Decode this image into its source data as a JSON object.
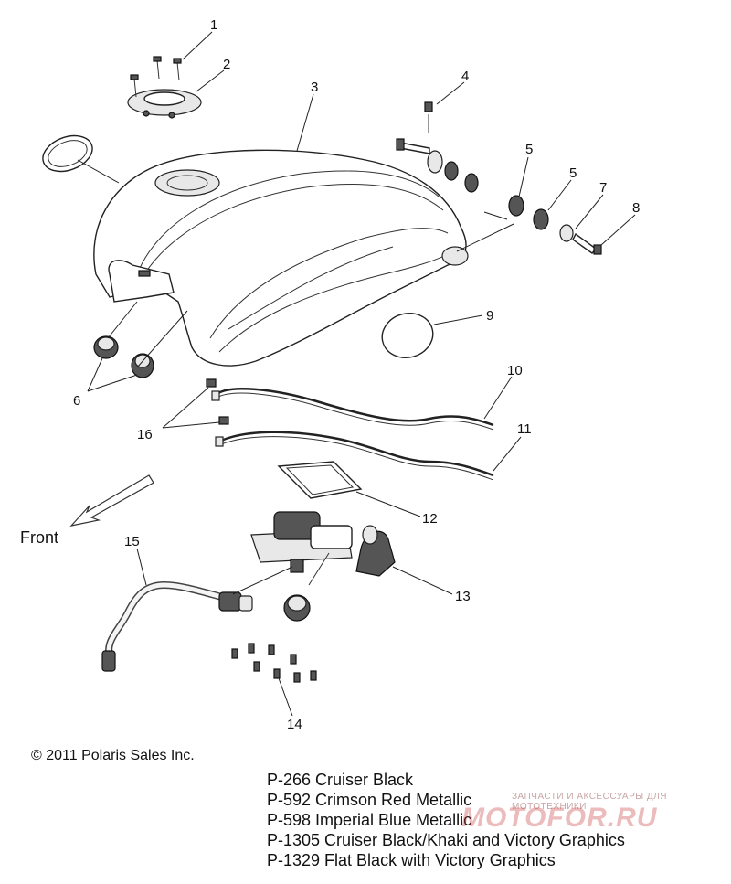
{
  "callouts": [
    {
      "id": "1",
      "text": "1"
    },
    {
      "id": "2",
      "text": "2"
    },
    {
      "id": "3",
      "text": "3"
    },
    {
      "id": "4",
      "text": "4"
    },
    {
      "id": "5a",
      "text": "5"
    },
    {
      "id": "5b",
      "text": "5"
    },
    {
      "id": "6",
      "text": "6"
    },
    {
      "id": "7",
      "text": "7"
    },
    {
      "id": "8",
      "text": "8"
    },
    {
      "id": "9",
      "text": "9"
    },
    {
      "id": "10",
      "text": "10"
    },
    {
      "id": "11",
      "text": "11"
    },
    {
      "id": "12",
      "text": "12"
    },
    {
      "id": "13",
      "text": "13"
    },
    {
      "id": "14",
      "text": "14"
    },
    {
      "id": "15",
      "text": "15"
    },
    {
      "id": "16",
      "text": "16"
    }
  ],
  "front_label": "Front",
  "copyright": "© 2011 Polaris Sales Inc.",
  "color_codes": [
    "P-266  Cruiser Black",
    "P-592  Crimson Red Metallic",
    "P-598  Imperial Blue Metallic",
    "P-1305  Cruiser Black/Khaki and Victory Graphics",
    "P-1329  Flat Black with Victory Graphics"
  ],
  "watermark_text": "ЗАПЧАСТИ И АКСЕССУАРЫ ДЛЯ МОТОТЕХНИКИ",
  "watermark_logo": "MOTOFOR.RU"
}
